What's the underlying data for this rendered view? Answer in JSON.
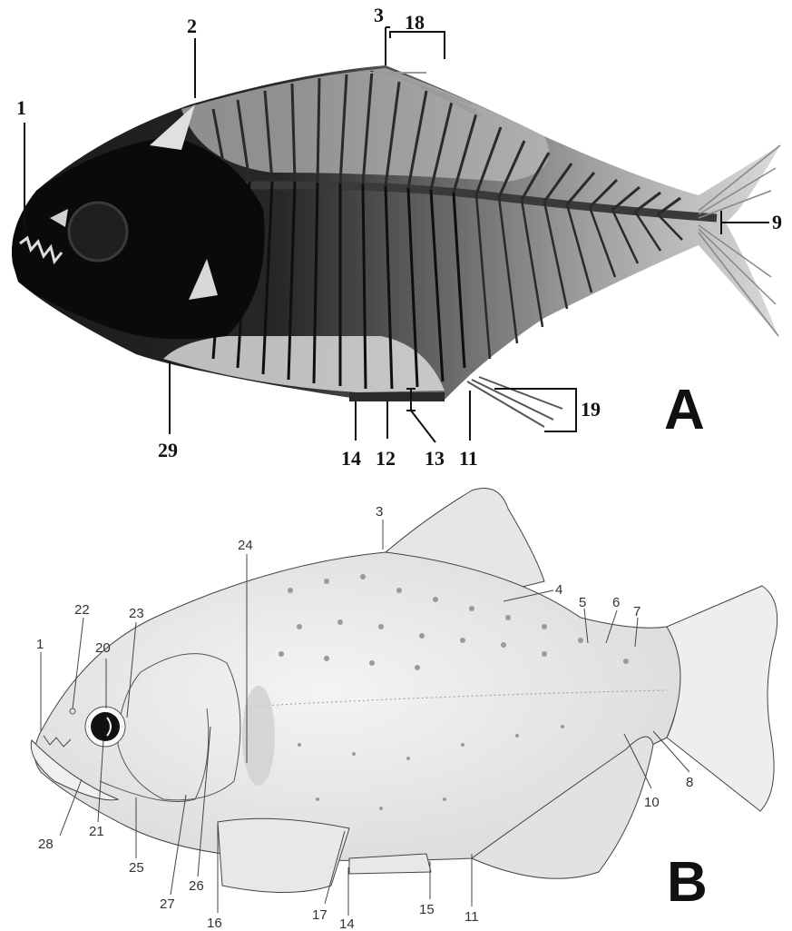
{
  "panels": {
    "a": "A",
    "b": "B"
  },
  "xray_labels": [
    "1",
    "2",
    "3",
    "18",
    "9",
    "19",
    "11",
    "13",
    "12",
    "14",
    "29"
  ],
  "drawing_labels": [
    "3",
    "4",
    "5",
    "6",
    "7",
    "1",
    "22",
    "20",
    "23",
    "24",
    "21",
    "28",
    "25",
    "27",
    "26",
    "16",
    "17",
    "14",
    "15",
    "11",
    "10",
    "8"
  ],
  "colors": {
    "xray_bg": "#f2f2f2",
    "xray_body": "#1a1a1a",
    "bone": "#cfcfcf",
    "drawing_fill": "#ededed",
    "outline": "#444444"
  }
}
